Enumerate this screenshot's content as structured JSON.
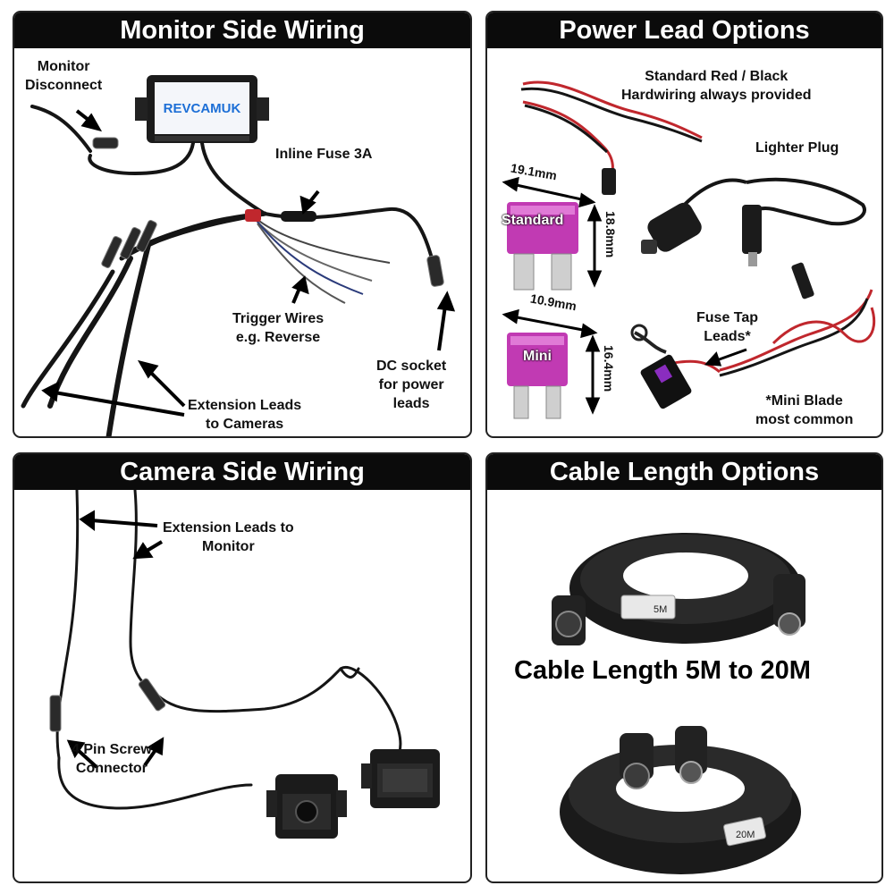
{
  "panels": {
    "monitor": {
      "title": "Monitor Side Wiring",
      "brand": "REVCAMUK",
      "labels": {
        "monitor_disconnect": "Monitor\nDisconnect",
        "inline_fuse": "Inline Fuse 3A",
        "trigger_wires": "Trigger Wires\ne.g. Reverse",
        "dc_socket": "DC socket\nfor power\nleads",
        "extension_leads": "Extension Leads\nto Cameras"
      }
    },
    "power": {
      "title": "Power Lead Options",
      "labels": {
        "standard_red_black": "Standard Red / Black\nHardwiring always provided",
        "lighter_plug": "Lighter Plug",
        "fuse_tap": "Fuse Tap\nLeads*",
        "mini_blade": "*Mini Blade\nmost common"
      },
      "fuses": {
        "standard": {
          "name": "Standard",
          "width": "19.1mm",
          "height": "18.8mm"
        },
        "mini": {
          "name": "Mini",
          "width": "10.9mm",
          "height": "16.4mm"
        }
      }
    },
    "camera": {
      "title": "Camera Side Wiring",
      "labels": {
        "extension_leads": "Extension Leads to\nMonitor",
        "connector": "4 Pin Screw\nConnector"
      }
    },
    "cable": {
      "title": "Cable Length Options",
      "caption": "Cable Length 5M to 20M",
      "tags": {
        "short": "5M",
        "long": "20M"
      }
    }
  },
  "colors": {
    "header": "#0b0b0b",
    "cable": "#151515",
    "red_wire": "#c0272d",
    "fuse": "#c13ab3",
    "brand_blue": "#1d6fd6"
  }
}
